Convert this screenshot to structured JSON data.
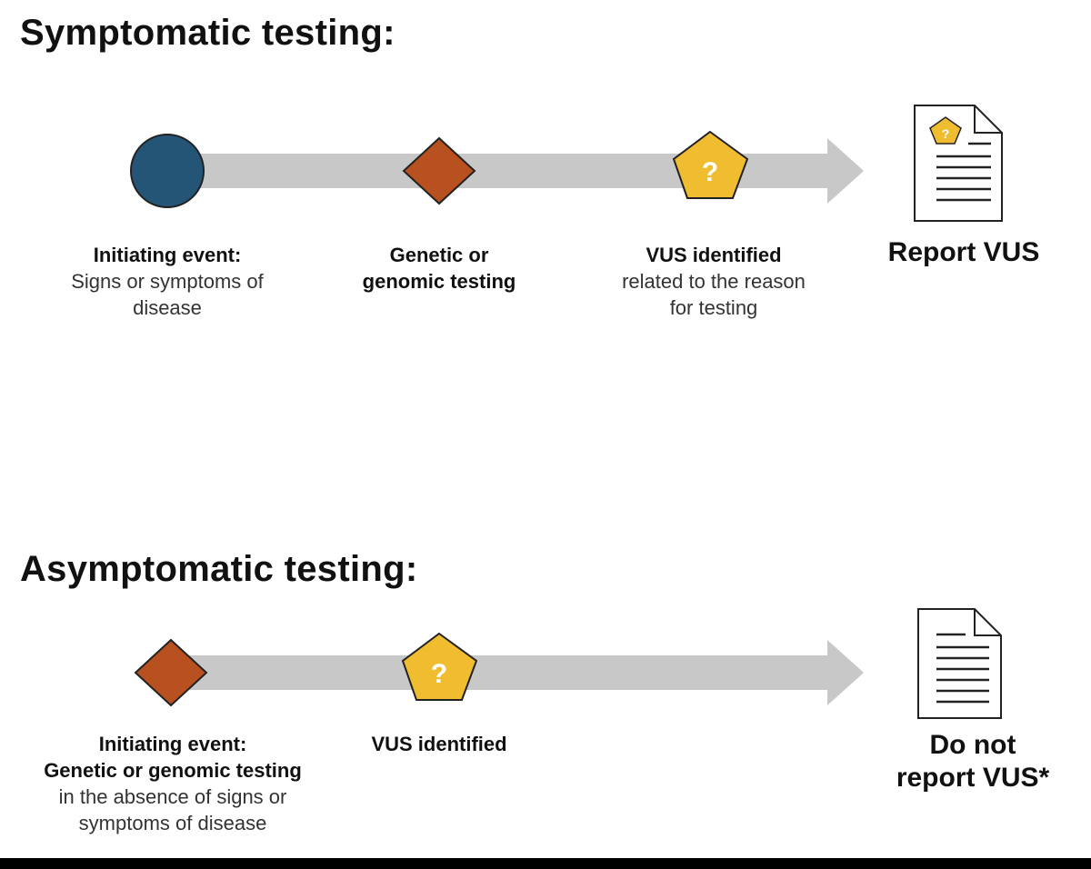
{
  "sections": {
    "symptomatic": {
      "heading": "Symptomatic testing:",
      "steps": [
        {
          "shape": "circle",
          "color": "#245476",
          "title": "Initiating event:",
          "text": "Signs or symptoms of disease"
        },
        {
          "shape": "diamond",
          "color": "#b8501f",
          "title": "Genetic or genomic testing",
          "text": ""
        },
        {
          "shape": "pentagon",
          "color": "#f0bd30",
          "symbol": "?",
          "title": "VUS identified",
          "text": "related to the reason for testing"
        }
      ],
      "outcome": {
        "icon": "document-with-vus-icon",
        "label": "Report VUS"
      }
    },
    "asymptomatic": {
      "heading": "Asymptomatic testing:",
      "steps": [
        {
          "shape": "diamond",
          "color": "#b8501f",
          "title": "Initiating event:",
          "title_2": "Genetic or genomic testing",
          "text": "in the absence of signs or symptoms of disease"
        },
        {
          "shape": "pentagon",
          "color": "#f0bd30",
          "symbol": "?",
          "title": "VUS identified",
          "text": ""
        }
      ],
      "outcome": {
        "icon": "document-icon",
        "label": "Do not report VUS*"
      }
    }
  },
  "colors": {
    "arrow": "#c8c8c8",
    "outline": "#222222"
  }
}
